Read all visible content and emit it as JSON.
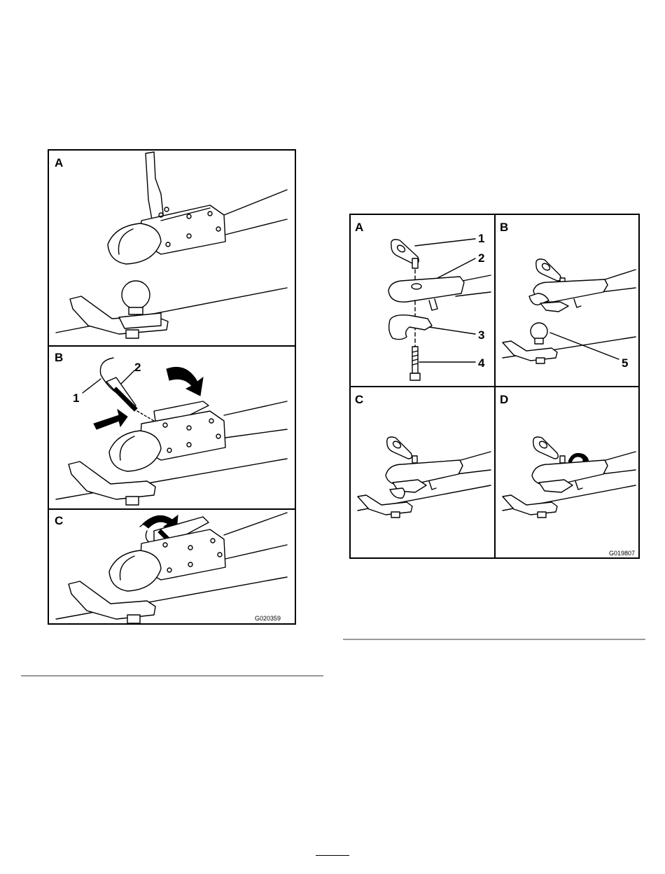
{
  "figure_left": {
    "panels": [
      {
        "letter": "A"
      },
      {
        "letter": "B",
        "callouts": [
          "1",
          "2"
        ]
      },
      {
        "letter": "C"
      }
    ],
    "code": "G020359"
  },
  "figure_right": {
    "panels": [
      {
        "letter": "A",
        "callouts": [
          "1",
          "2",
          "3",
          "4"
        ]
      },
      {
        "letter": "B",
        "callouts": [
          "5"
        ]
      },
      {
        "letter": "C"
      },
      {
        "letter": "D"
      }
    ],
    "code": "G019807"
  }
}
